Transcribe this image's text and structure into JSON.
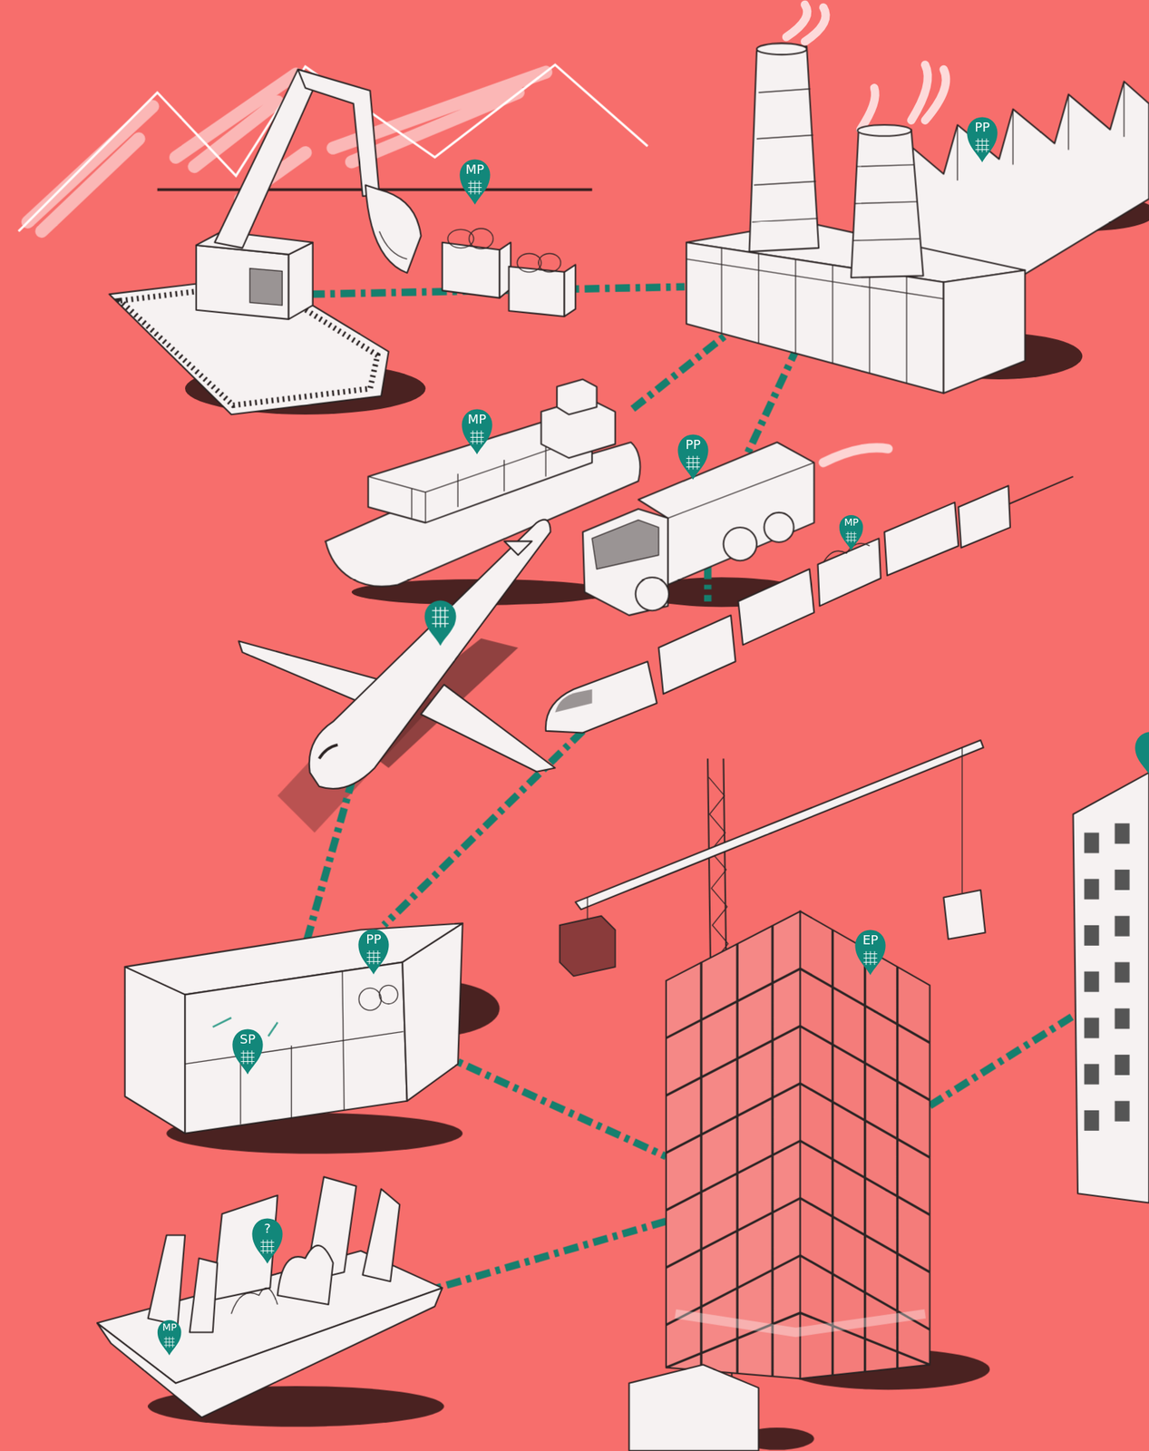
{
  "diagram": {
    "nodes": [
      {
        "text": [
          "PP"
        ]
      },
      {
        "text": [
          "MP"
        ]
      },
      {
        "text": [
          "MP"
        ]
      },
      {
        "text": [
          "PP"
        ]
      },
      {
        "text": [
          "MP"
        ]
      },
      {
        "text": [
          "PP"
        ]
      },
      {
        "text": [
          "EP"
        ]
      },
      {
        "text": [
          "SP"
        ]
      },
      {
        "text": [
          "?"
        ]
      },
      {
        "text": [
          "MP"
        ]
      }
    ]
  }
}
